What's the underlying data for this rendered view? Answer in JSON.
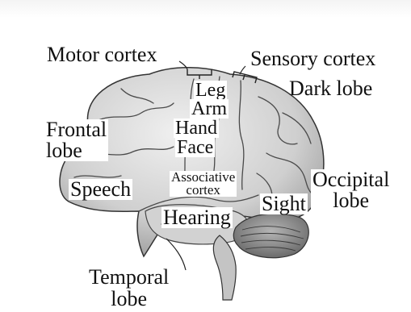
{
  "labels": {
    "motor_cortex": "Motor cortex",
    "sensory_cortex": "Sensory cortex",
    "dark_lobe": "Dark lobe",
    "leg": "Leg",
    "arm": "Arm",
    "hand": "Hand",
    "face": "Face",
    "frontal_lobe_line1": "Frontal",
    "frontal_lobe_line2": "lobe",
    "speech": "Speech",
    "associative_line1": "Associative",
    "associative_line2": "cortex",
    "hearing": "Hearing",
    "sight": "Sight",
    "occipital_line1": "Occipital",
    "occipital_line2": "lobe",
    "temporal_line1": "Temporal",
    "temporal_line2": "lobe"
  },
  "colors": {
    "brain_fill": "#d9d9d9",
    "brain_shade": "#9a9a9a",
    "outline": "#333333",
    "text": "#111111"
  }
}
